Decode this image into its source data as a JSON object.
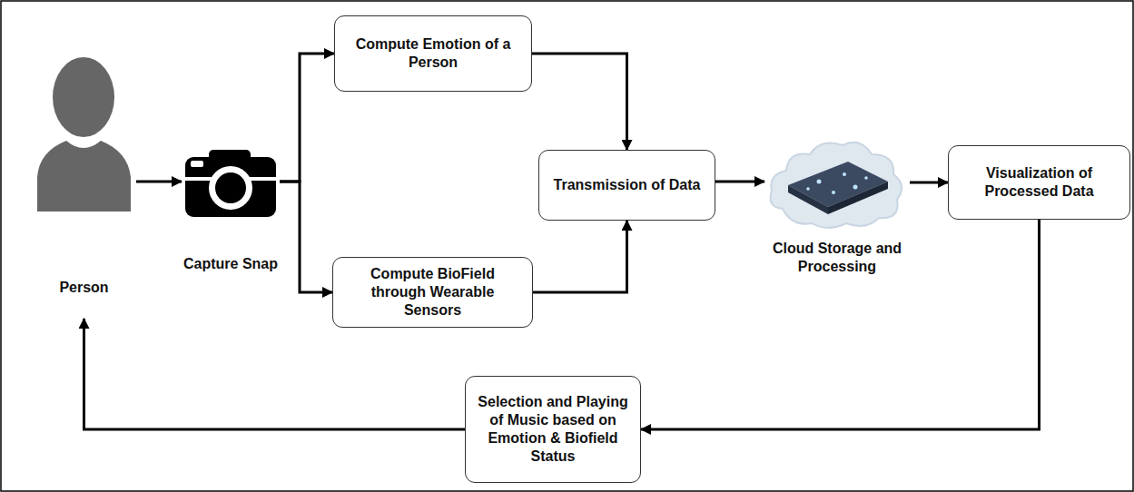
{
  "diagram": {
    "nodes": [
      {
        "text": [
          "Person"
        ]
      },
      {
        "text": [
          "Capture Snap"
        ]
      },
      {
        "text": [
          "Compute Emotion of a Person"
        ]
      },
      {
        "text": [
          "Compute BioField through Wearable Sensors"
        ]
      },
      {
        "text": [
          "Transmission of Data"
        ]
      },
      {
        "text": [
          "Cloud Storage and Processing"
        ]
      },
      {
        "text": [
          "Visualization of Processed Data"
        ]
      },
      {
        "text": [
          "Selection and Playing of Music based on Emotion & Biofield Status"
        ]
      }
    ],
    "edges": [
      {
        "from": 0,
        "to": 1,
        "arrow": "to"
      },
      {
        "from": 1,
        "to": 2,
        "arrow": "to"
      },
      {
        "from": 1,
        "to": 3,
        "arrow": "to"
      },
      {
        "from": 2,
        "to": 4,
        "arrow": "to"
      },
      {
        "from": 3,
        "to": 4,
        "arrow": "to"
      },
      {
        "from": 4,
        "to": 5,
        "arrow": "to"
      },
      {
        "from": 5,
        "to": 6,
        "arrow": "to"
      },
      {
        "from": 6,
        "to": 7,
        "arrow": "to"
      },
      {
        "from": 7,
        "to": 0,
        "arrow": "to"
      }
    ]
  }
}
